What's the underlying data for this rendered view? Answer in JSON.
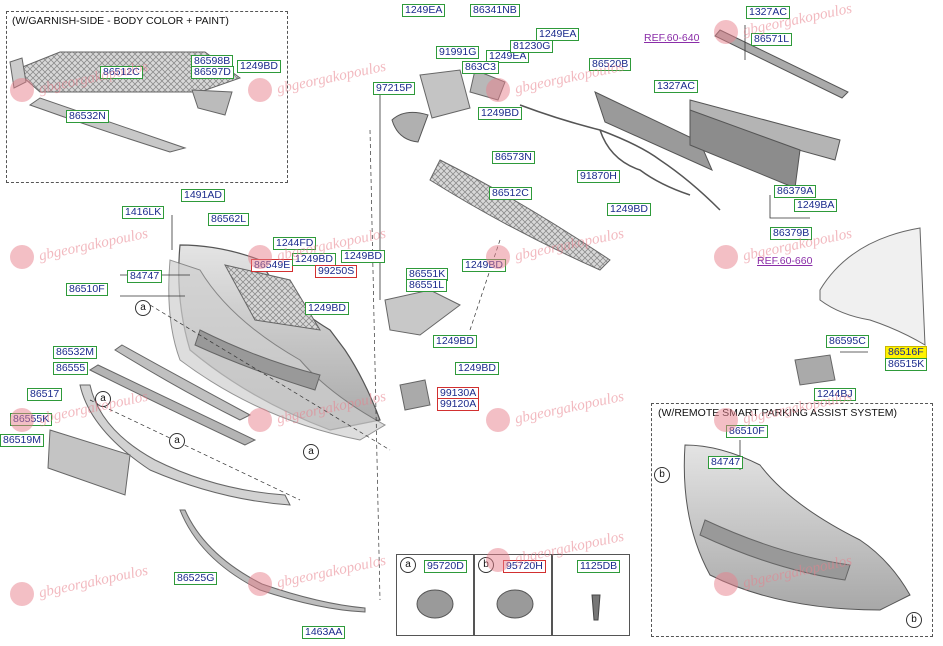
{
  "captions": {
    "garnish": "(W/GARNISH-SIDE - BODY COLOR + PAINT)",
    "parking": "(W/REMOTE SMART PARKING ASSIST SYSTEM)"
  },
  "refs": {
    "r1": "REF.60-640",
    "r2": "REF.60-660"
  },
  "labels": {
    "l1249EA_a": "1249EA",
    "l86341NB": "86341NB",
    "l1249EA_b": "1249EA",
    "l91991G": "91991G",
    "l1249EA_c": "1249EA",
    "l81230G": "81230G",
    "l863C3": "863C3",
    "l1327AC_a": "1327AC",
    "l86571L": "86571L",
    "l86520B": "86520B",
    "l1327AC_b": "1327AC",
    "l97215P": "97215P",
    "l1249BD_a": "1249BD",
    "l86573N": "86573N",
    "l91870H": "91870H",
    "l86512C_a": "86512C",
    "l86598B": "86598B",
    "l86597D": "86597D",
    "l1249BD_b": "1249BD",
    "l86532N": "86532N",
    "l1491AD": "1491AD",
    "l1416LK": "1416LK",
    "l86562L": "86562L",
    "l1244FD": "1244FD",
    "l86512C_b": "86512C",
    "l1249BD_c": "1249BD",
    "l86379A": "86379A",
    "l1249BA": "1249BA",
    "l86379B": "86379B",
    "l84747_a": "84747",
    "l86549E": "86549E",
    "l1249BD_d": "1249BD",
    "l1249BD_e": "1249BD",
    "l99250S": "99250S",
    "l1249BD_f": "1249BD",
    "l86551K": "86551K",
    "l86551L": "86551L",
    "l86510F_a": "86510F",
    "l1249BD_g": "1249BD",
    "l86595C": "86595C",
    "l86516F": "86516F",
    "l86515K": "86515K",
    "l86532M": "86532M",
    "l86555": "86555",
    "l1249BD_h": "1249BD",
    "l1249BD_i": "1249BD",
    "l99130A": "99130A",
    "l99120A": "99120A",
    "l86517": "86517",
    "l86555K": "86555K",
    "l86519M": "86519M",
    "l1244BJ": "1244BJ",
    "l86510F_b": "86510F",
    "l84747_b": "84747",
    "l95720D": "95720D",
    "l95720H": "95720H",
    "l1125DB": "1125DB",
    "l86525G": "86525G",
    "l1463AA": "1463AA"
  },
  "markers": {
    "a": "a",
    "b": "b"
  },
  "watermark": "gbgeorgakopoulos"
}
